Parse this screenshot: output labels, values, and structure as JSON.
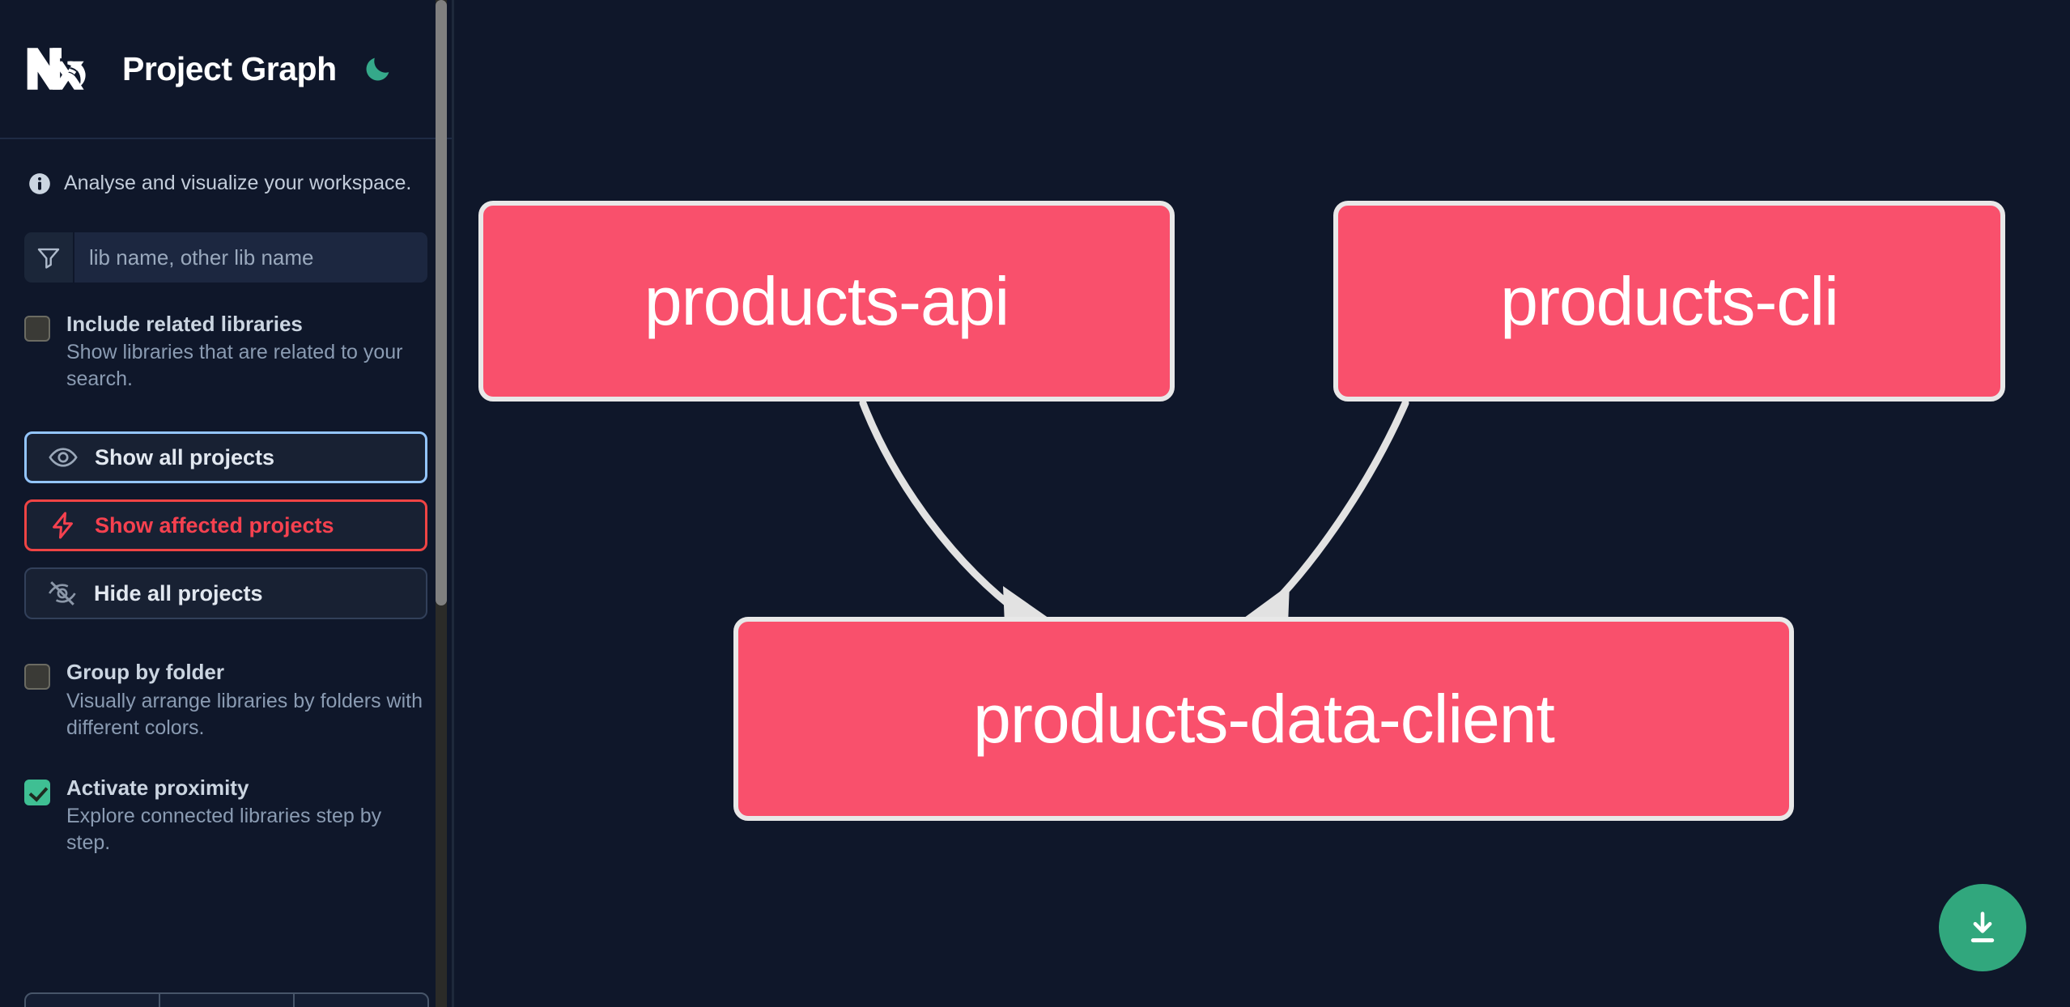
{
  "header": {
    "title": "Project Graph",
    "logo_icon": "nx-logo-icon",
    "theme_toggle_icon": "moon-icon"
  },
  "sidebar": {
    "tagline": "Analyse and visualize your workspace.",
    "info_icon": "info-icon",
    "search": {
      "placeholder": "lib name, other lib name",
      "value": "",
      "icon": "filter-funnel-icon"
    },
    "checkboxes": [
      {
        "label": "Include related libraries",
        "description": "Show libraries that are related to your search.",
        "checked": false
      },
      {
        "label": "Group by folder",
        "description": "Visually arrange libraries by folders with different colors.",
        "checked": false
      },
      {
        "label": "Activate proximity",
        "description": "Explore connected libraries step by step.",
        "checked": true
      }
    ],
    "buttons": [
      {
        "label": "Show all projects",
        "icon": "eye-icon",
        "state": "focused"
      },
      {
        "label": "Show affected projects",
        "icon": "lightning-bolt-icon",
        "state": "danger"
      },
      {
        "label": "Hide all projects",
        "icon": "eye-slash-icon",
        "state": "default"
      }
    ]
  },
  "graph": {
    "nodes": [
      {
        "id": "products-api",
        "label": "products-api"
      },
      {
        "id": "products-cli",
        "label": "products-cli"
      },
      {
        "id": "products-data-client",
        "label": "products-data-client"
      }
    ],
    "edges": [
      {
        "from": "products-api",
        "to": "products-data-client"
      },
      {
        "from": "products-cli",
        "to": "products-data-client"
      }
    ]
  },
  "download_button": {
    "icon": "download-icon"
  },
  "colors": {
    "background": "#0F172A",
    "node_fill": "#F9506C",
    "node_border": "#E8E8E8",
    "edge": "#E2E2E2",
    "accent_green": "#31A77D",
    "danger_red": "#F5414F",
    "focus_blue": "#93C5FD",
    "checkbox_on": "#3FBF93"
  }
}
